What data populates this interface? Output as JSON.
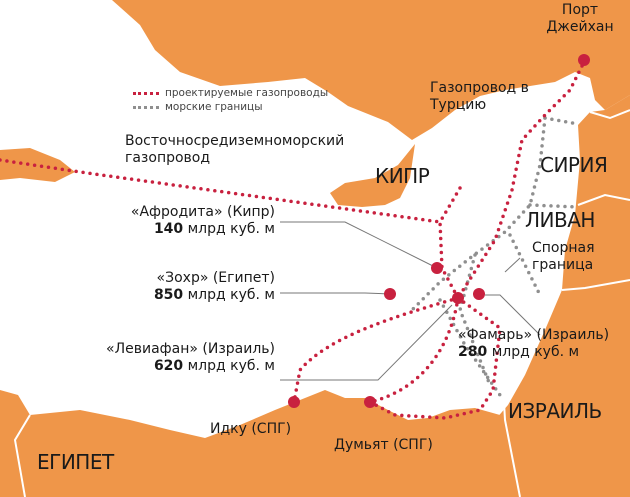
{
  "legend": {
    "planned_pipelines": "проектируемые газопроводы",
    "maritime_borders": "морские границы"
  },
  "colors": {
    "land": "#ef9649",
    "pipeline": "#c8213f",
    "border": "#8f8f8f",
    "sea": "#ffffff"
  },
  "countries": {
    "cyprus": "КИПР",
    "syria": "СИРИЯ",
    "lebanon": "ЛИВАН",
    "israel": "ИЗРАИЛЬ",
    "egypt": "ЕГИПЕТ"
  },
  "places": {
    "ceyhan": "Порт Джейхан",
    "turkey_pipeline": "Газопровод в Турцию",
    "eastmed": "Восточносредиземноморский газопровод",
    "disputed": "Спорная граница",
    "idku": "Идку (СПГ)",
    "damietta": "Думьят (СПГ)"
  },
  "fields": [
    {
      "name": "«Афродита» (Кипр)",
      "volume": "140",
      "unit": "млрд куб. м"
    },
    {
      "name": "«Зохр» (Египет)",
      "volume": "850",
      "unit": "млрд куб. м"
    },
    {
      "name": "«Левиафан» (Израиль)",
      "volume": "620",
      "unit": "млрд куб. м"
    },
    {
      "name": "«Фамарь» (Израиль)",
      "volume": "280",
      "unit": "млрд куб. м"
    }
  ]
}
